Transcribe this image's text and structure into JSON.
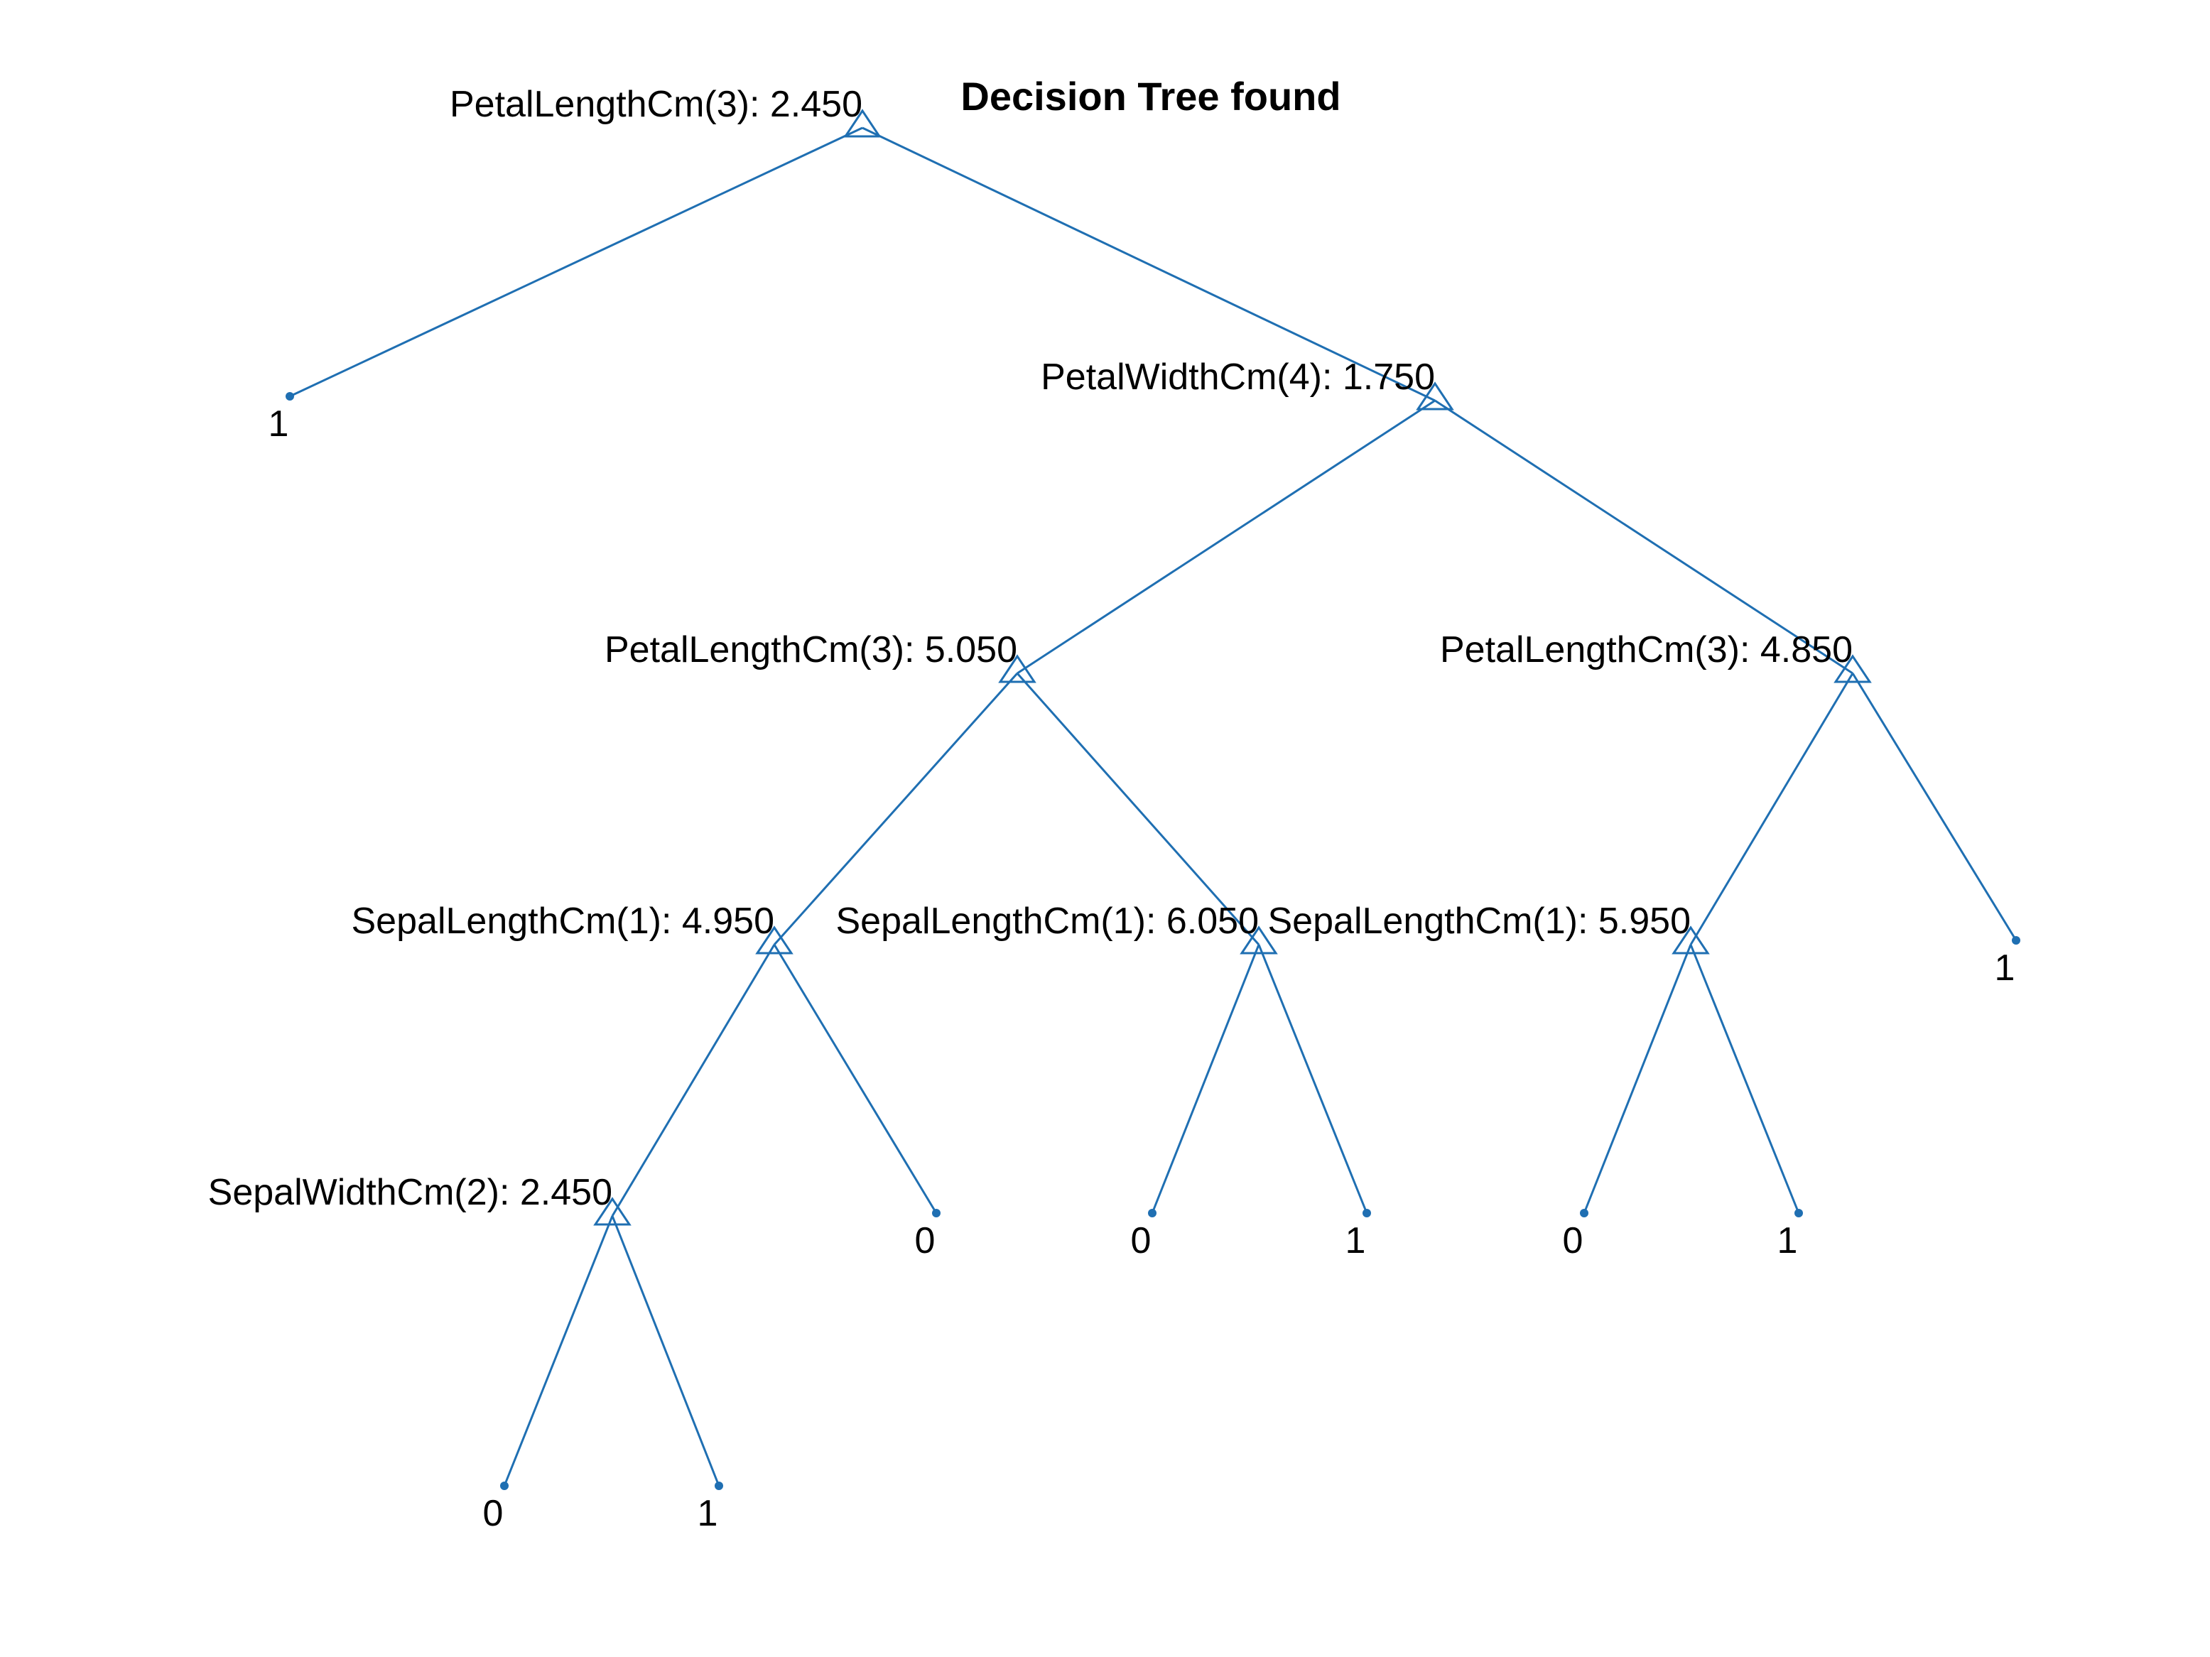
{
  "title": "Decision Tree found",
  "colors": {
    "line": "#1f6fb2",
    "text": "#000000",
    "background": "#ffffff"
  },
  "nodes": [
    {
      "id": "n1",
      "type": "split",
      "label": "PetalLengthCm(3): 2.450"
    },
    {
      "id": "n2",
      "type": "leaf",
      "label": "1"
    },
    {
      "id": "n3",
      "type": "split",
      "label": "PetalWidthCm(4): 1.750"
    },
    {
      "id": "n4",
      "type": "split",
      "label": "PetalLengthCm(3): 5.050"
    },
    {
      "id": "n5",
      "type": "split",
      "label": "PetalLengthCm(3): 4.850"
    },
    {
      "id": "n6",
      "type": "split",
      "label": "SepalLengthCm(1): 4.950"
    },
    {
      "id": "n7",
      "type": "split",
      "label": "SepalLengthCm(1): 6.050"
    },
    {
      "id": "n8",
      "type": "split",
      "label": "SepalLengthCm(1): 5.950"
    },
    {
      "id": "n9",
      "type": "leaf",
      "label": "1"
    },
    {
      "id": "n10",
      "type": "split",
      "label": "SepalWidthCm(2): 2.450"
    },
    {
      "id": "n11",
      "type": "leaf",
      "label": "0"
    },
    {
      "id": "n12",
      "type": "leaf",
      "label": "0"
    },
    {
      "id": "n13",
      "type": "leaf",
      "label": "1"
    },
    {
      "id": "n14",
      "type": "leaf",
      "label": "0"
    },
    {
      "id": "n15",
      "type": "leaf",
      "label": "1"
    },
    {
      "id": "n16",
      "type": "leaf",
      "label": "0"
    },
    {
      "id": "n17",
      "type": "leaf",
      "label": "1"
    }
  ],
  "edges": [
    [
      "n1",
      "n2"
    ],
    [
      "n1",
      "n3"
    ],
    [
      "n3",
      "n4"
    ],
    [
      "n3",
      "n5"
    ],
    [
      "n4",
      "n6"
    ],
    [
      "n4",
      "n7"
    ],
    [
      "n5",
      "n8"
    ],
    [
      "n5",
      "n9"
    ],
    [
      "n6",
      "n10"
    ],
    [
      "n6",
      "n11"
    ],
    [
      "n7",
      "n12"
    ],
    [
      "n7",
      "n13"
    ],
    [
      "n8",
      "n14"
    ],
    [
      "n8",
      "n15"
    ],
    [
      "n10",
      "n16"
    ],
    [
      "n10",
      "n17"
    ]
  ]
}
